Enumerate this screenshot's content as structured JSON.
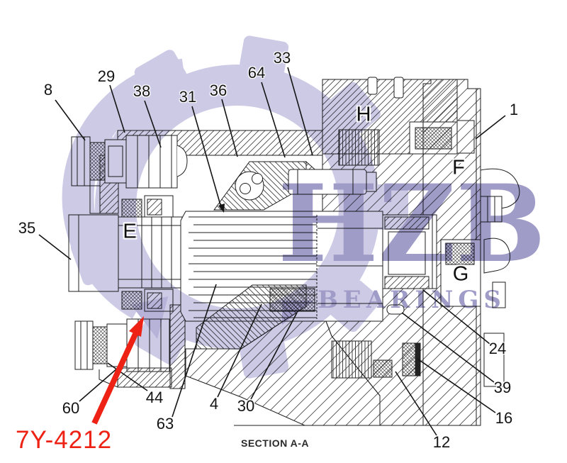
{
  "drawing": {
    "title": "hydraulic pump cross-section drawing",
    "caption": "SECTION A-A",
    "part_number": "7Y-4212",
    "part_number_color": "#ee2214",
    "line_color": "#1f1f1f",
    "callouts": [
      "8",
      "29",
      "38",
      "31",
      "36",
      "64",
      "33",
      "1",
      "35",
      "60",
      "44",
      "63",
      "4",
      "30",
      "24",
      "39",
      "16",
      "12"
    ],
    "zone_letters": [
      "E",
      "H",
      "F",
      "G"
    ]
  },
  "watermark": {
    "logo_icon": "gear-logo",
    "line1": "HZB",
    "line2": "BEARINGS",
    "gear_color": "#cdcae6",
    "text_color": "#a09cc8"
  }
}
